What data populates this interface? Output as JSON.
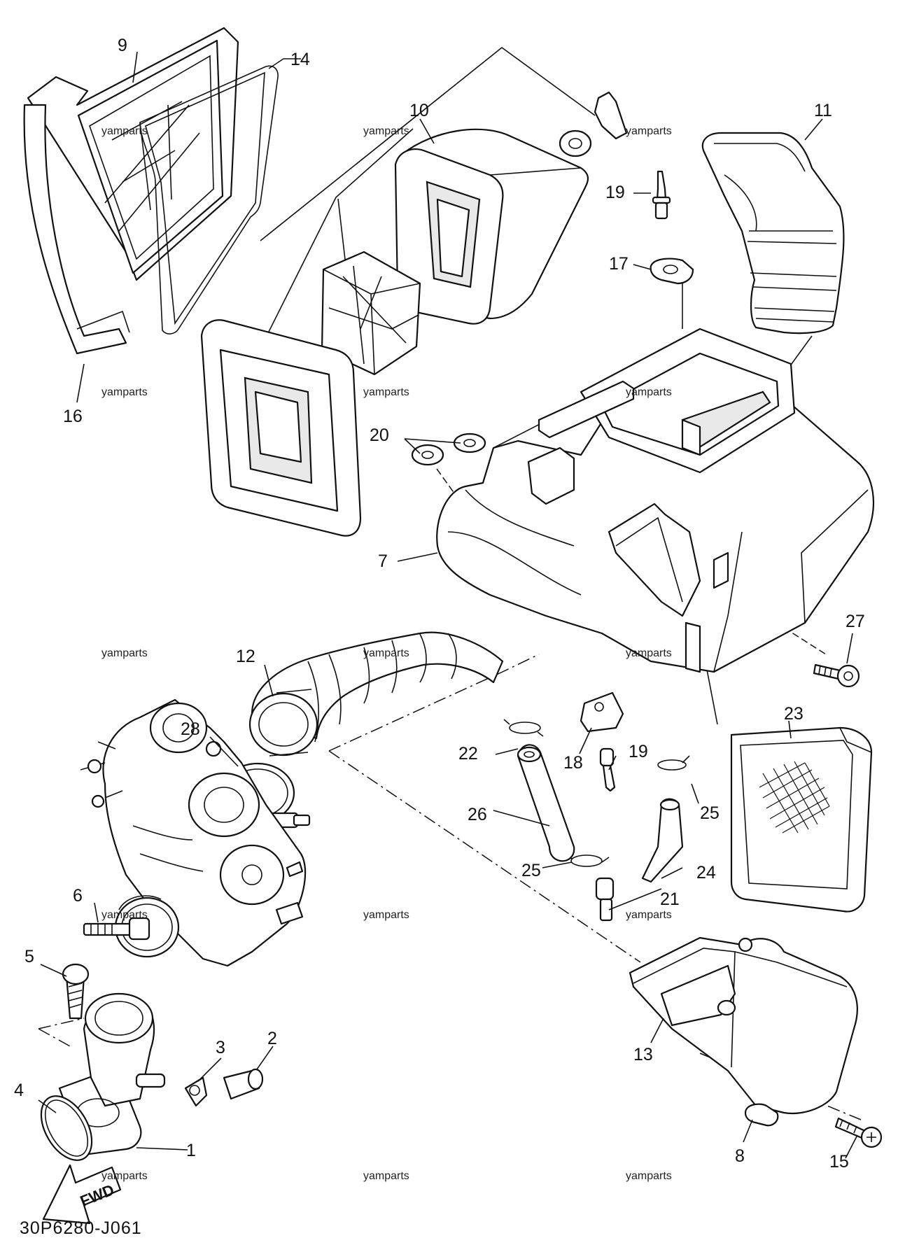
{
  "diagram": {
    "part_code": "30P6280-J061",
    "fwd_label": "FWD",
    "watermark": "yamparts",
    "callouts": {
      "c1": "1",
      "c2": "2",
      "c3": "3",
      "c4": "4",
      "c5": "5",
      "c6": "6",
      "c7": "7",
      "c8": "8",
      "c9": "9",
      "c10": "10",
      "c11": "11",
      "c12": "12",
      "c13": "13",
      "c14": "14",
      "c15": "15",
      "c16": "16",
      "c17": "17",
      "c18": "18",
      "c19a": "19",
      "c19b": "19",
      "c20": "20",
      "c21": "21",
      "c22": "22",
      "c23": "23",
      "c24": "24",
      "c25a": "25",
      "c25b": "25",
      "c26": "26",
      "c27": "27",
      "c28": "28"
    }
  }
}
